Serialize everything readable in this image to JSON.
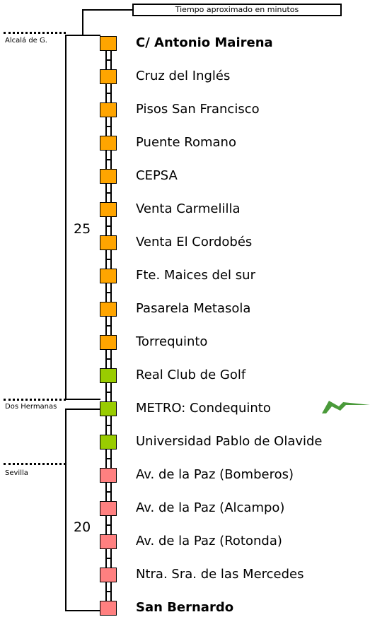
{
  "legend": {
    "text": "Tiempo aproximado en minutos"
  },
  "stops": [
    {
      "name": "C/ Antonio Mairena",
      "bold": true,
      "color": "#ffa500"
    },
    {
      "name": "Cruz del Inglés",
      "bold": false,
      "color": "#ffa500"
    },
    {
      "name": "Pisos San Francisco",
      "bold": false,
      "color": "#ffa500"
    },
    {
      "name": "Puente Romano",
      "bold": false,
      "color": "#ffa500"
    },
    {
      "name": "CEPSA",
      "bold": false,
      "color": "#ffa500"
    },
    {
      "name": "Venta Carmelilla",
      "bold": false,
      "color": "#ffa500"
    },
    {
      "name": "Venta El Cordobés",
      "bold": false,
      "color": "#ffa500"
    },
    {
      "name": "Fte. Maices del sur",
      "bold": false,
      "color": "#ffa500"
    },
    {
      "name": "Pasarela Metasola",
      "bold": false,
      "color": "#ffa500"
    },
    {
      "name": "Torrequinto",
      "bold": false,
      "color": "#ffa500"
    },
    {
      "name": "Real Club de Golf",
      "bold": false,
      "color": "#99cc00"
    },
    {
      "name": "METRO: Condequinto",
      "bold": false,
      "color": "#99cc00"
    },
    {
      "name": "Universidad Pablo de Olavide",
      "bold": false,
      "color": "#99cc00"
    },
    {
      "name": "Av. de la Paz (Bomberos)",
      "bold": false,
      "color": "#ff8080"
    },
    {
      "name": "Av. de la Paz (Alcampo)",
      "bold": false,
      "color": "#ff8080"
    },
    {
      "name": "Av. de la Paz (Rotonda)",
      "bold": false,
      "color": "#ff8080"
    },
    {
      "name": "Ntra. Sra. de las Mercedes",
      "bold": false,
      "color": "#ff8080"
    },
    {
      "name": "San Bernardo",
      "bold": true,
      "color": "#ff8080"
    }
  ],
  "segments": [
    {
      "minutes": "25"
    },
    {
      "minutes": "20"
    }
  ],
  "zones": [
    {
      "label": "Alcalá de G."
    },
    {
      "label": "Dos Hermanas"
    },
    {
      "label": "Sevilla"
    }
  ],
  "metro_icon": {
    "name": "metro-logo-icon",
    "color": "#4a9a3a"
  }
}
